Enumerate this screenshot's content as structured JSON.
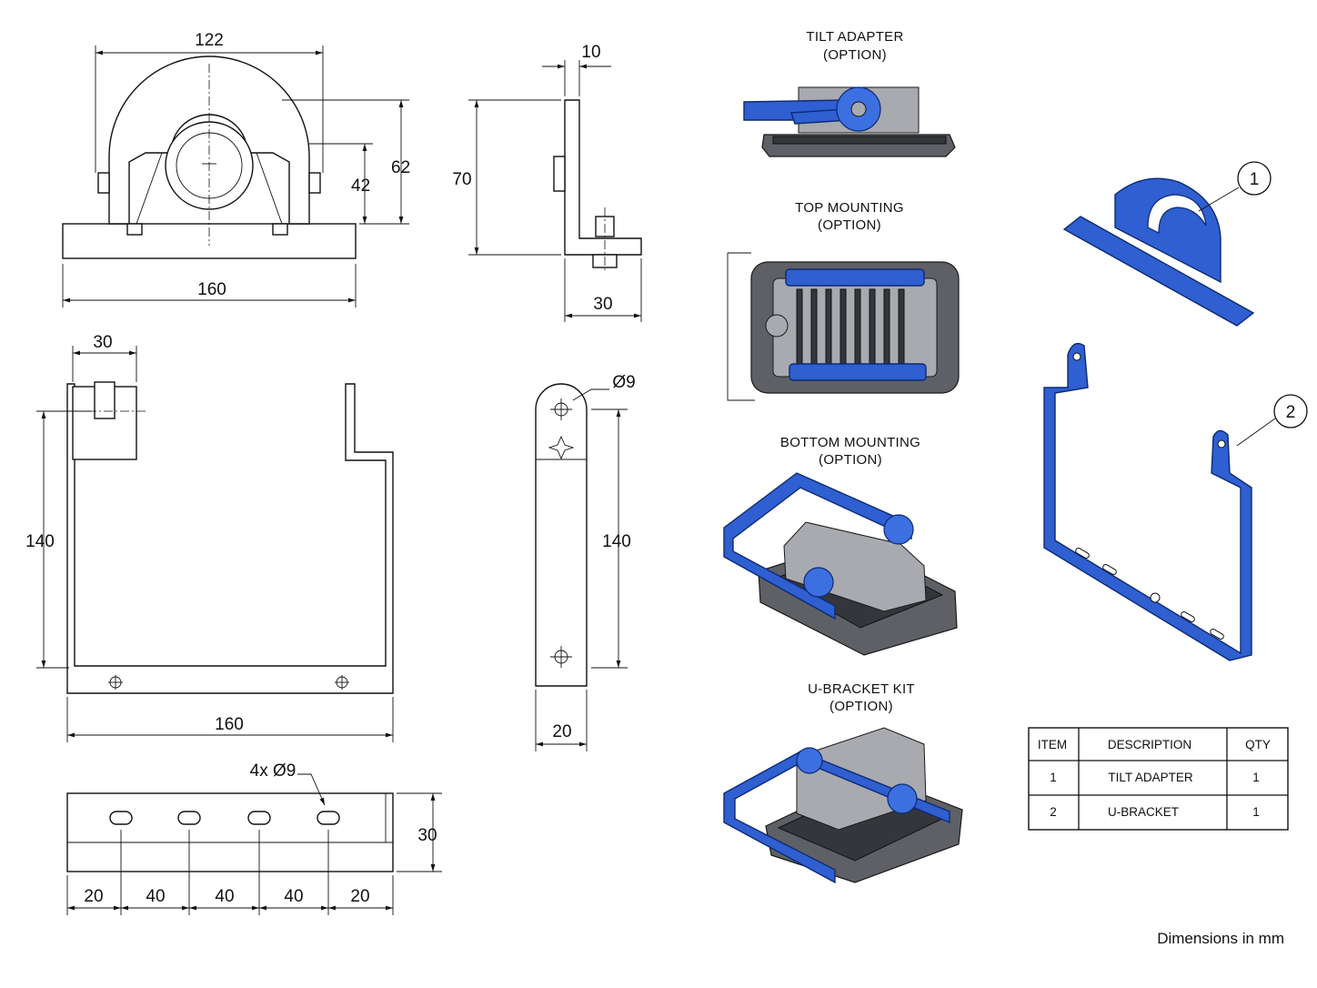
{
  "dimensions": {
    "front_width_top": "122",
    "front_height_outer": "62",
    "front_height_inner": "42",
    "front_base_width": "160",
    "side_top_thickness": "10",
    "side_height": "70",
    "side_base_depth": "30",
    "plan_tab_width": "30",
    "plan_height": "140",
    "plan_base_width": "160",
    "strap_hole": "Ø9",
    "strap_height": "140",
    "strap_width": "20",
    "slot_callout": "4x Ø9",
    "slot_depth": "30",
    "slot_spacing": [
      "20",
      "40",
      "40",
      "40",
      "20"
    ]
  },
  "options": {
    "tilt_adapter": {
      "line1": "TILT ADAPTER",
      "line2": "(OPTION)"
    },
    "top_mounting": {
      "line1": "TOP MOUNTING",
      "line2": "(OPTION)"
    },
    "bottom_mounting": {
      "line1": "BOTTOM MOUNTING",
      "line2": "(OPTION)"
    },
    "u_bracket_kit": {
      "line1": "U-BRACKET KIT",
      "line2": "(OPTION)"
    }
  },
  "balloons": {
    "b1": "1",
    "b2": "2"
  },
  "parts_table": {
    "headers": [
      "ITEM",
      "DESCRIPTION",
      "QTY"
    ],
    "rows": [
      {
        "item": "1",
        "description": "TILT ADAPTER",
        "qty": "1"
      },
      {
        "item": "2",
        "description": "U-BRACKET",
        "qty": "1"
      }
    ]
  },
  "footer_note": "Dimensions in mm",
  "colors": {
    "bracket_blue": "#2f5fd0",
    "housing_gray": "#5e6066"
  }
}
